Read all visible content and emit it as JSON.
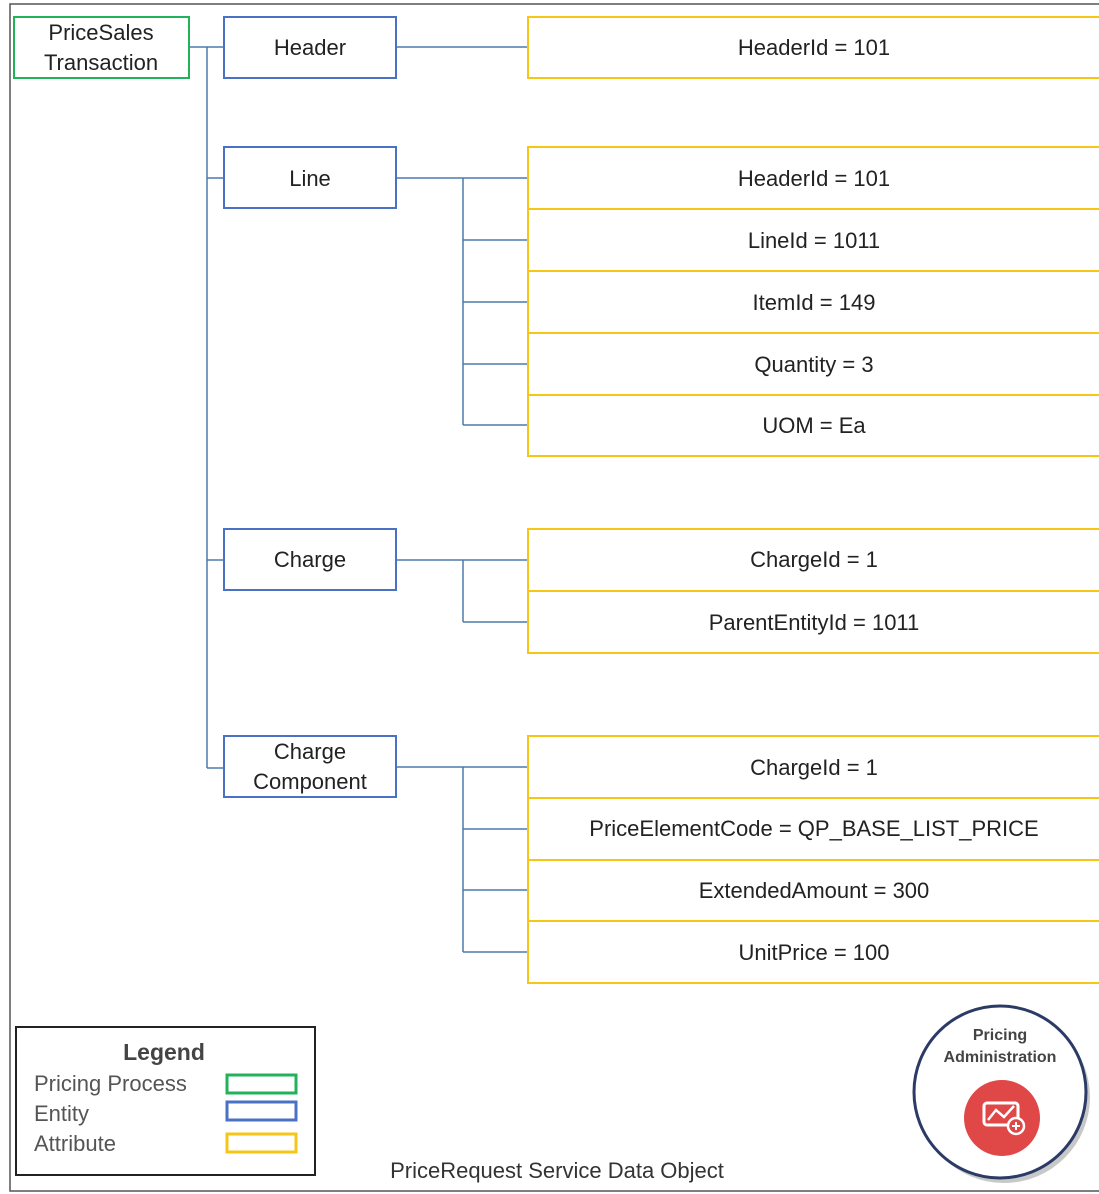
{
  "root": {
    "lines": [
      "PriceSales",
      "Transaction"
    ]
  },
  "entities": {
    "header": {
      "lines": [
        "Header"
      ]
    },
    "line": {
      "lines": [
        "Line"
      ]
    },
    "charge": {
      "lines": [
        "Charge"
      ]
    },
    "charge_component": {
      "lines": [
        "Charge",
        "Component"
      ]
    }
  },
  "attributes": {
    "header": [
      "HeaderId  = 101"
    ],
    "line": [
      "HeaderId  = 101",
      "LineId  = 1011",
      "ItemId  = 149",
      "Quantity = 3",
      "UOM  = Ea"
    ],
    "charge": [
      "ChargeId  = 1",
      "ParentEntityId = 1011"
    ],
    "charge_component": [
      "ChargeId  = 1",
      "PriceElementCode  = QP_BASE_LIST_PRICE",
      "ExtendedAmount  = 300",
      "UnitPrice  = 100"
    ]
  },
  "legend": {
    "title": "Legend",
    "items": [
      {
        "label": "Pricing Process",
        "color": "#22b35a"
      },
      {
        "label": "Entity",
        "color": "#4a72c4"
      },
      {
        "label": "Attribute",
        "color": "#f5c518"
      }
    ]
  },
  "caption": "PriceRequest  Service  Data  Object",
  "badge": {
    "lines": [
      "Pricing",
      "Administration"
    ],
    "icon": "pricing-chart-icon",
    "icon_color": "#e04848"
  },
  "colors": {
    "process": "#22b35a",
    "entity": "#4a72c4",
    "attribute": "#f5c518",
    "connector": "#4d7aa8"
  }
}
